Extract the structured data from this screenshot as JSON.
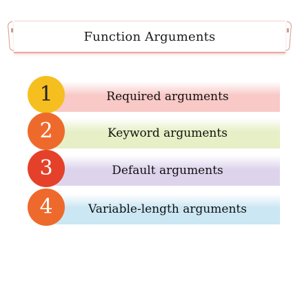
{
  "title": "Function Arguments",
  "items": [
    {
      "number": "1",
      "label": "Required arguments",
      "circle_color": "#f5bf1f",
      "number_color": "#222222",
      "bar_color": "#f8c9c7"
    },
    {
      "number": "2",
      "label": "Keyword  arguments",
      "circle_color": "#ee6a2c",
      "number_color": "#ffffff",
      "bar_color": "#e6efc6"
    },
    {
      "number": "3",
      "label": "Default  arguments",
      "circle_color": "#e5412a",
      "number_color": "#ffffff",
      "bar_color": "#ddd4ec"
    },
    {
      "number": "4",
      "label": "Variable-length arguments",
      "circle_color": "#ee6a2c",
      "number_color": "#ffffff",
      "bar_color": "#cbe7f3"
    }
  ]
}
